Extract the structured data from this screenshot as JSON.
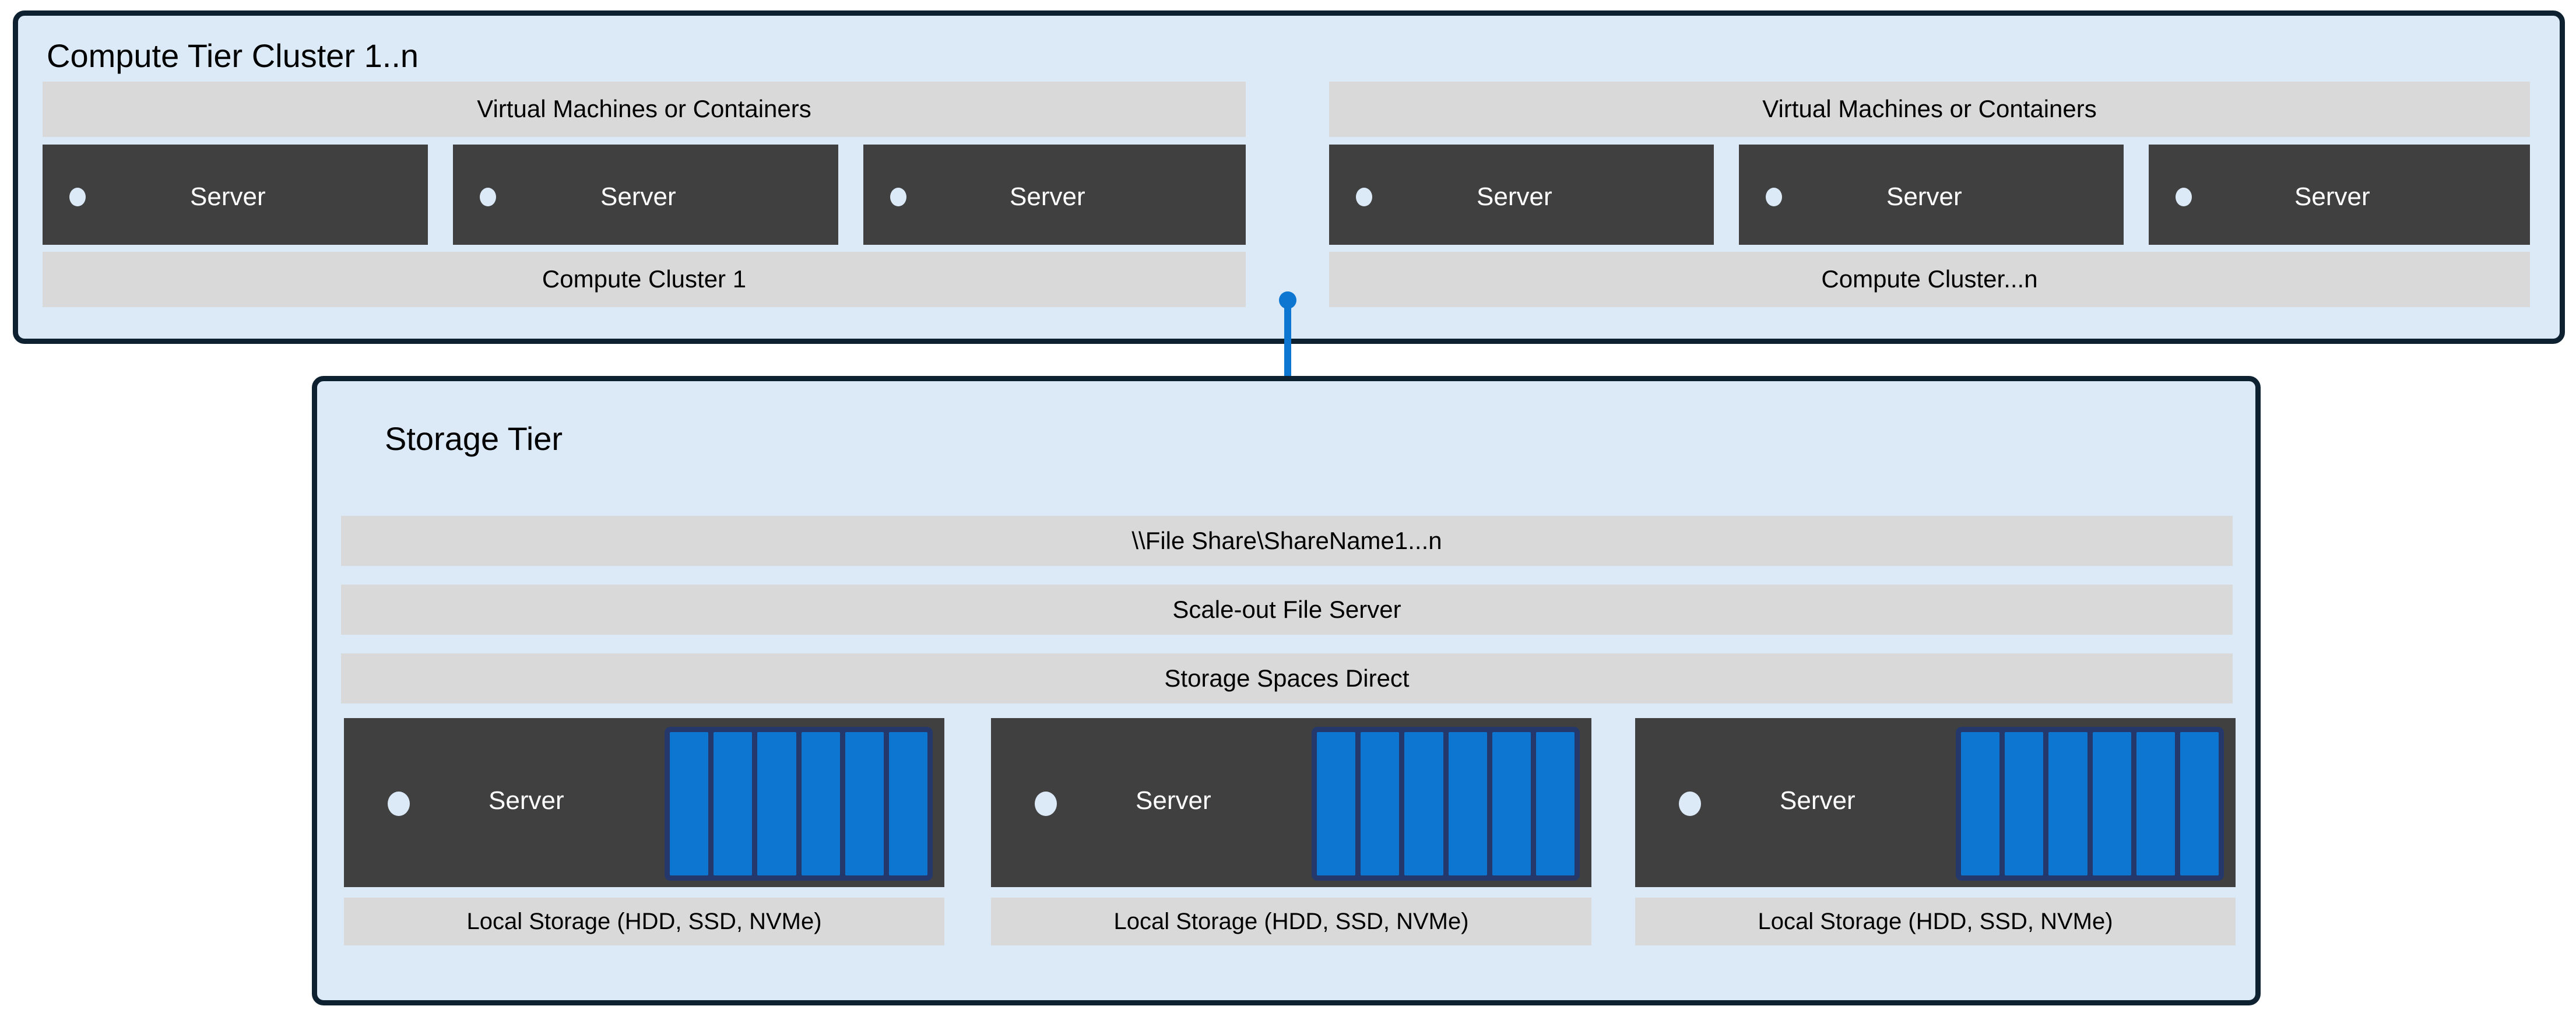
{
  "diagram": {
    "title_compute": "Compute Tier Cluster 1..n",
    "title_storage": "Storage Tier",
    "colors": {
      "tier_fill": "#dce9f7",
      "tier_border": "#0d2130",
      "band_fill": "#d9d9d9",
      "server_fill": "#404040",
      "accent_blue": "#0d76d1",
      "disk_frame": "#24386b",
      "led_fill": "#dce9f7",
      "text_dark": "#000000",
      "text_light": "#ffffff"
    }
  },
  "compute_tier": {
    "clusters": [
      {
        "top_band": "Virtual Machines or Containers",
        "bottom_band": "Compute Cluster 1",
        "servers": [
          {
            "label": "Server"
          },
          {
            "label": "Server"
          },
          {
            "label": "Server"
          }
        ]
      },
      {
        "top_band": "Virtual Machines or Containers",
        "bottom_band": "Compute Cluster...n",
        "servers": [
          {
            "label": "Server"
          },
          {
            "label": "Server"
          },
          {
            "label": "Server"
          }
        ]
      }
    ]
  },
  "connector": {
    "icon": "folder-icon",
    "endpoint_top": "compute-tier",
    "endpoint_bottom": "storage-tier-folder"
  },
  "storage_tier": {
    "bands": [
      "\\\\File Share\\ShareName1...n",
      "Scale-out File Server",
      "Storage Spaces Direct"
    ],
    "nodes": [
      {
        "server_label": "Server",
        "disk_count": 6,
        "storage_band": "Local Storage (HDD, SSD, NVMe)"
      },
      {
        "server_label": "Server",
        "disk_count": 6,
        "storage_band": "Local Storage (HDD, SSD, NVMe)"
      },
      {
        "server_label": "Server",
        "disk_count": 6,
        "storage_band": "Local Storage (HDD, SSD, NVMe)"
      }
    ]
  }
}
